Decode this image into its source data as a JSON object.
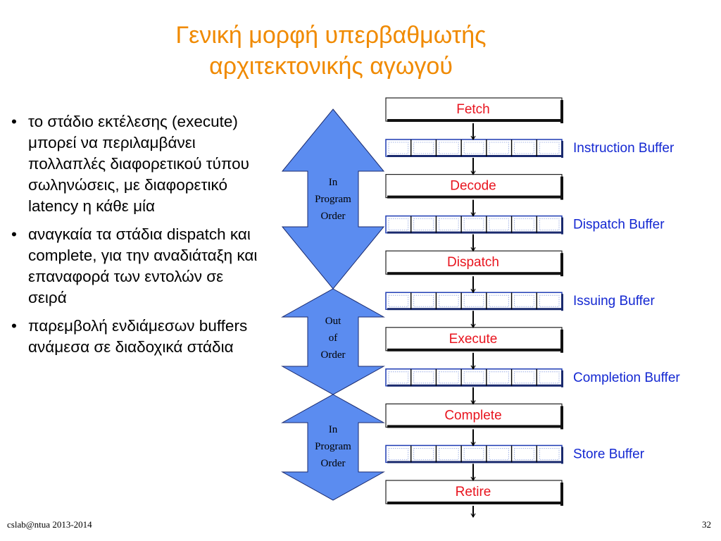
{
  "slide": {
    "title_line1": "Γενική μορφή υπερβαθμωτής",
    "title_line2": "αρχιτεκτονικής αγωγού",
    "bullets": [
      "το στάδιο εκτέλεσης (execute) μπορεί να περιλαμβάνει πολλαπλές διαφορετικού τύπου σωληνώσεις, με διαφορετικό latency η κάθε μία",
      "αναγκαία τα στάδια dispatch και complete, για την αναδιάταξη και επαναφορά των εντολών σε σειρά",
      "παρεμβολή ενδιάμεσων buffers ανάμεσα σε διαδοχικά στάδια"
    ],
    "footer_left": "cslab@ntua 2013-2014",
    "page_number": "32"
  },
  "pipeline": {
    "stages": [
      "Fetch",
      "Decode",
      "Dispatch",
      "Execute",
      "Complete",
      "Retire"
    ],
    "buffers": [
      "Instruction Buffer",
      "Dispatch Buffer",
      "Issuing Buffer",
      "Completion Buffer",
      "Store Buffer"
    ],
    "order_arrows": [
      {
        "lines": [
          "In",
          "Program",
          "Order"
        ]
      },
      {
        "lines": [
          "Out",
          "of",
          "Order"
        ]
      },
      {
        "lines": [
          "In",
          "Program",
          "Order"
        ]
      }
    ],
    "colors": {
      "stage_text": "#e8141e",
      "buffer_text": "#1428d2",
      "arrow_fill": "#5b8cf0",
      "buffer_stroke": "#1e3cb4",
      "title": "#f08a00"
    }
  }
}
